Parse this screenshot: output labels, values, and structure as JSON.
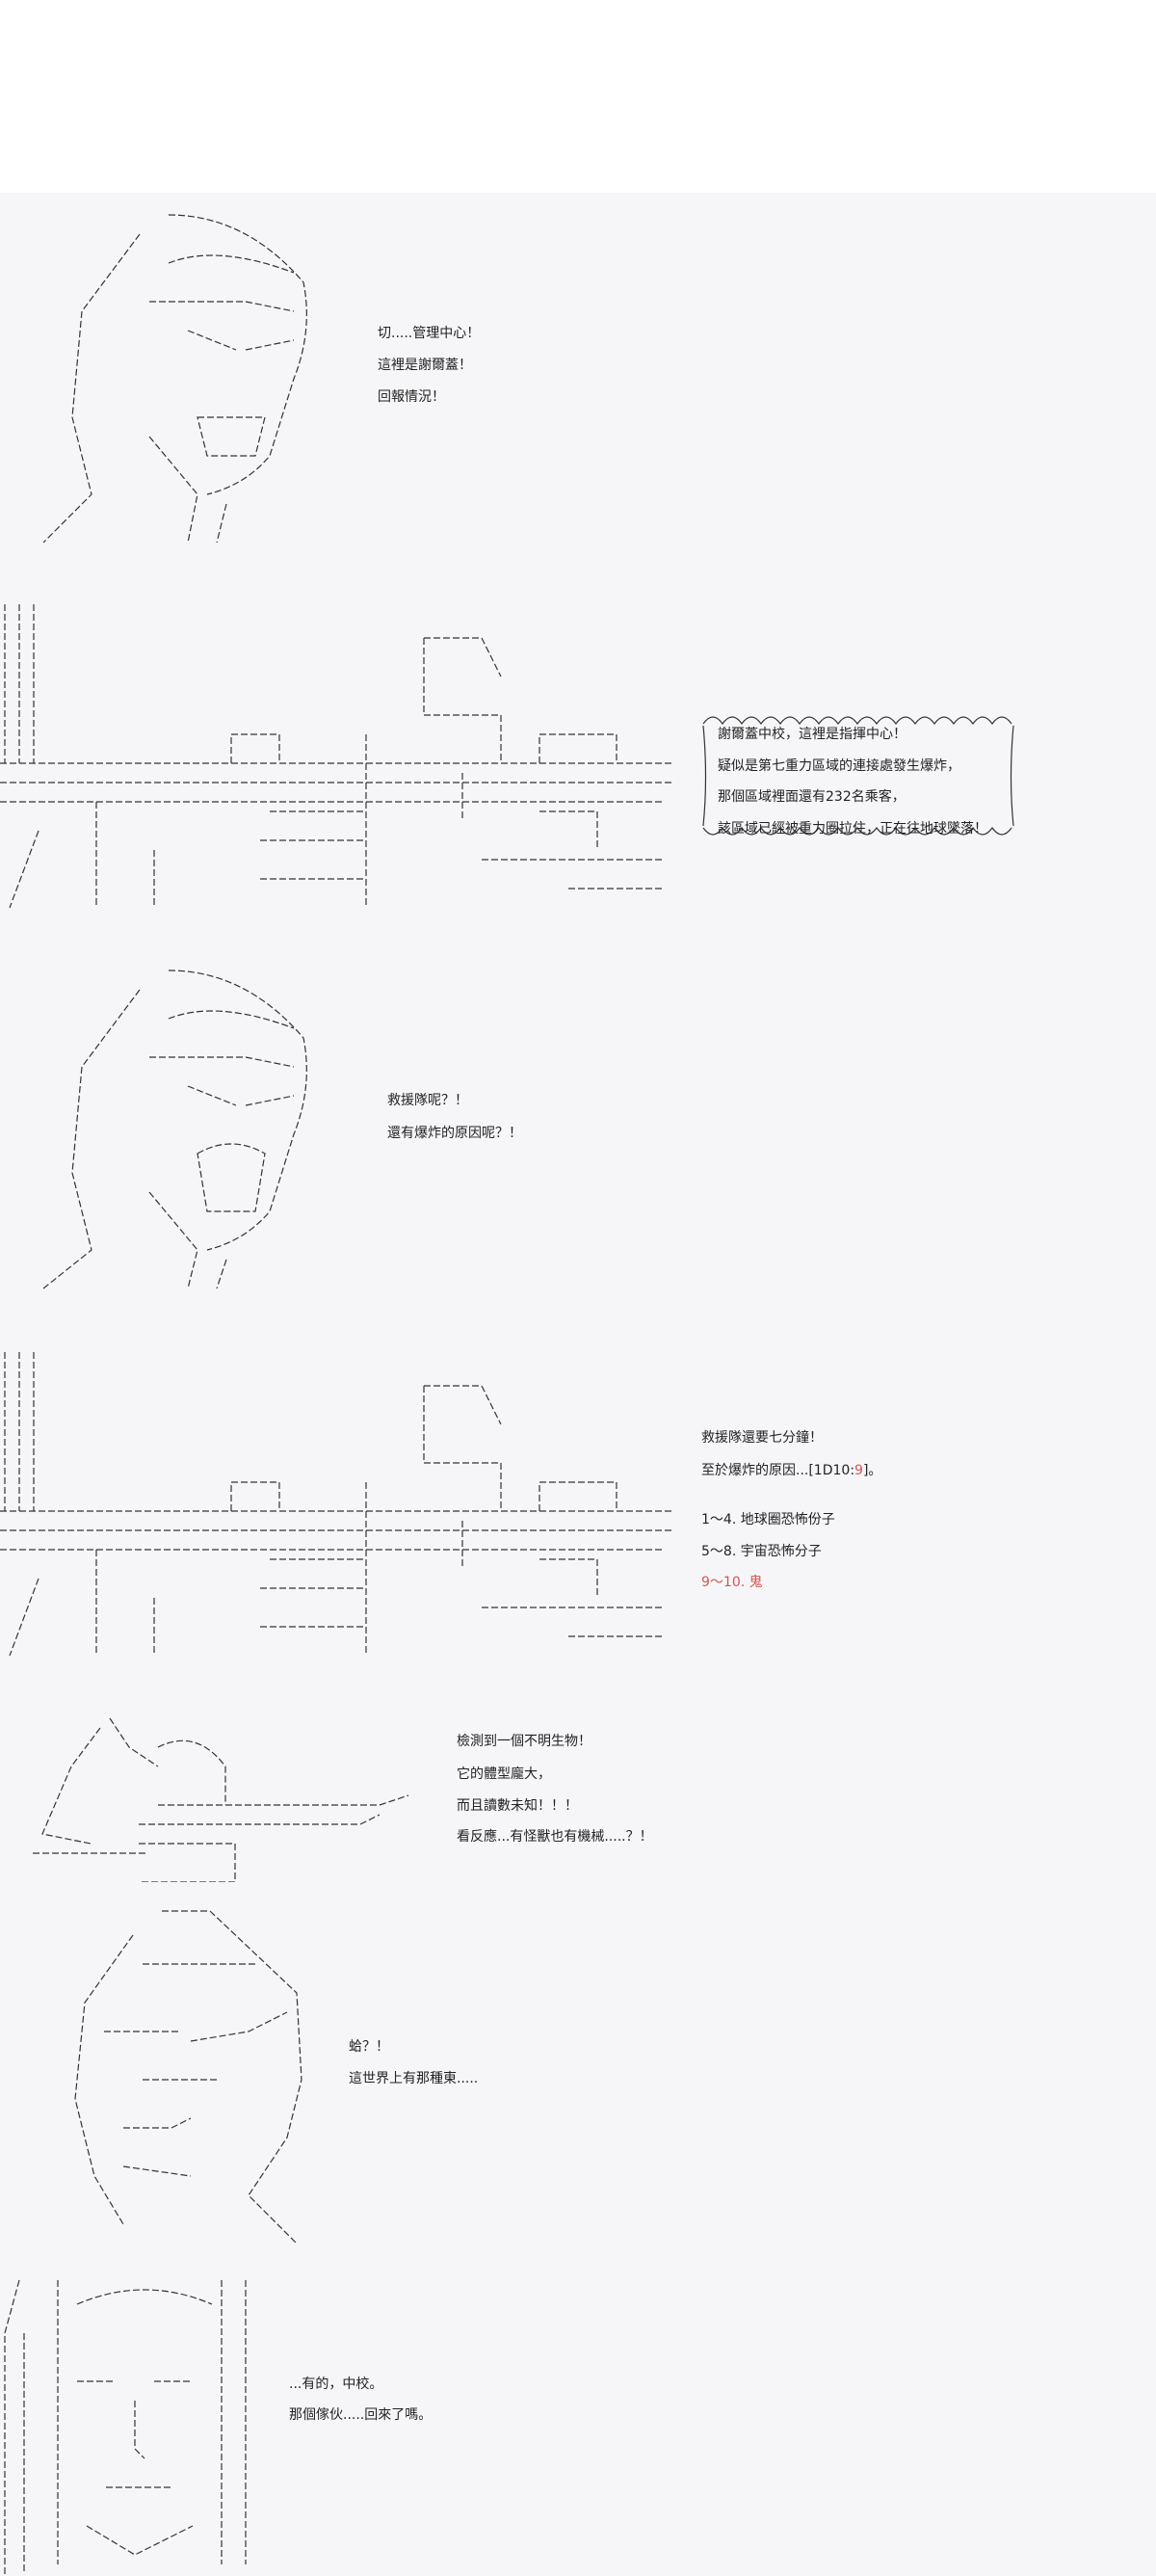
{
  "panels": [
    {
      "lines": [
        "切.....管理中心！",
        "這裡是謝爾蓋！",
        "回報情況！"
      ]
    },
    {
      "lines": [
        "謝爾蓋中校，這裡是指揮中心！",
        "疑似是第七重力區域的連接處發生爆炸，",
        "那個區域裡面還有232名乘客，",
        "該區域已經被重力圈拉住，正在往地球墜落！"
      ]
    },
    {
      "lines": [
        "救援隊呢？！",
        "還有爆炸的原因呢？！"
      ]
    },
    {
      "lines": [
        "救援隊還要七分鐘！",
        "至於爆炸的原因...[1D10:",
        "9",
        "]。",
        "1～4. 地球圈恐怖份子",
        "5～8. 宇宙恐怖分子",
        "9～10. 鬼"
      ]
    },
    {
      "lines": [
        "檢測到一個不明生物！",
        "它的體型龐大，",
        "而且讀數未知！！！",
        "看反應...有怪獸也有機械.....？！"
      ]
    },
    {
      "lines": [
        "蛤？！",
        "這世界上有那種東....."
      ]
    },
    {
      "lines": [
        "...有的，中校。",
        "那個傢伙.....回來了嗎。"
      ]
    }
  ],
  "colors": {
    "background": "#f6f6f8",
    "text": "#222222",
    "highlight": "#d9534f"
  }
}
